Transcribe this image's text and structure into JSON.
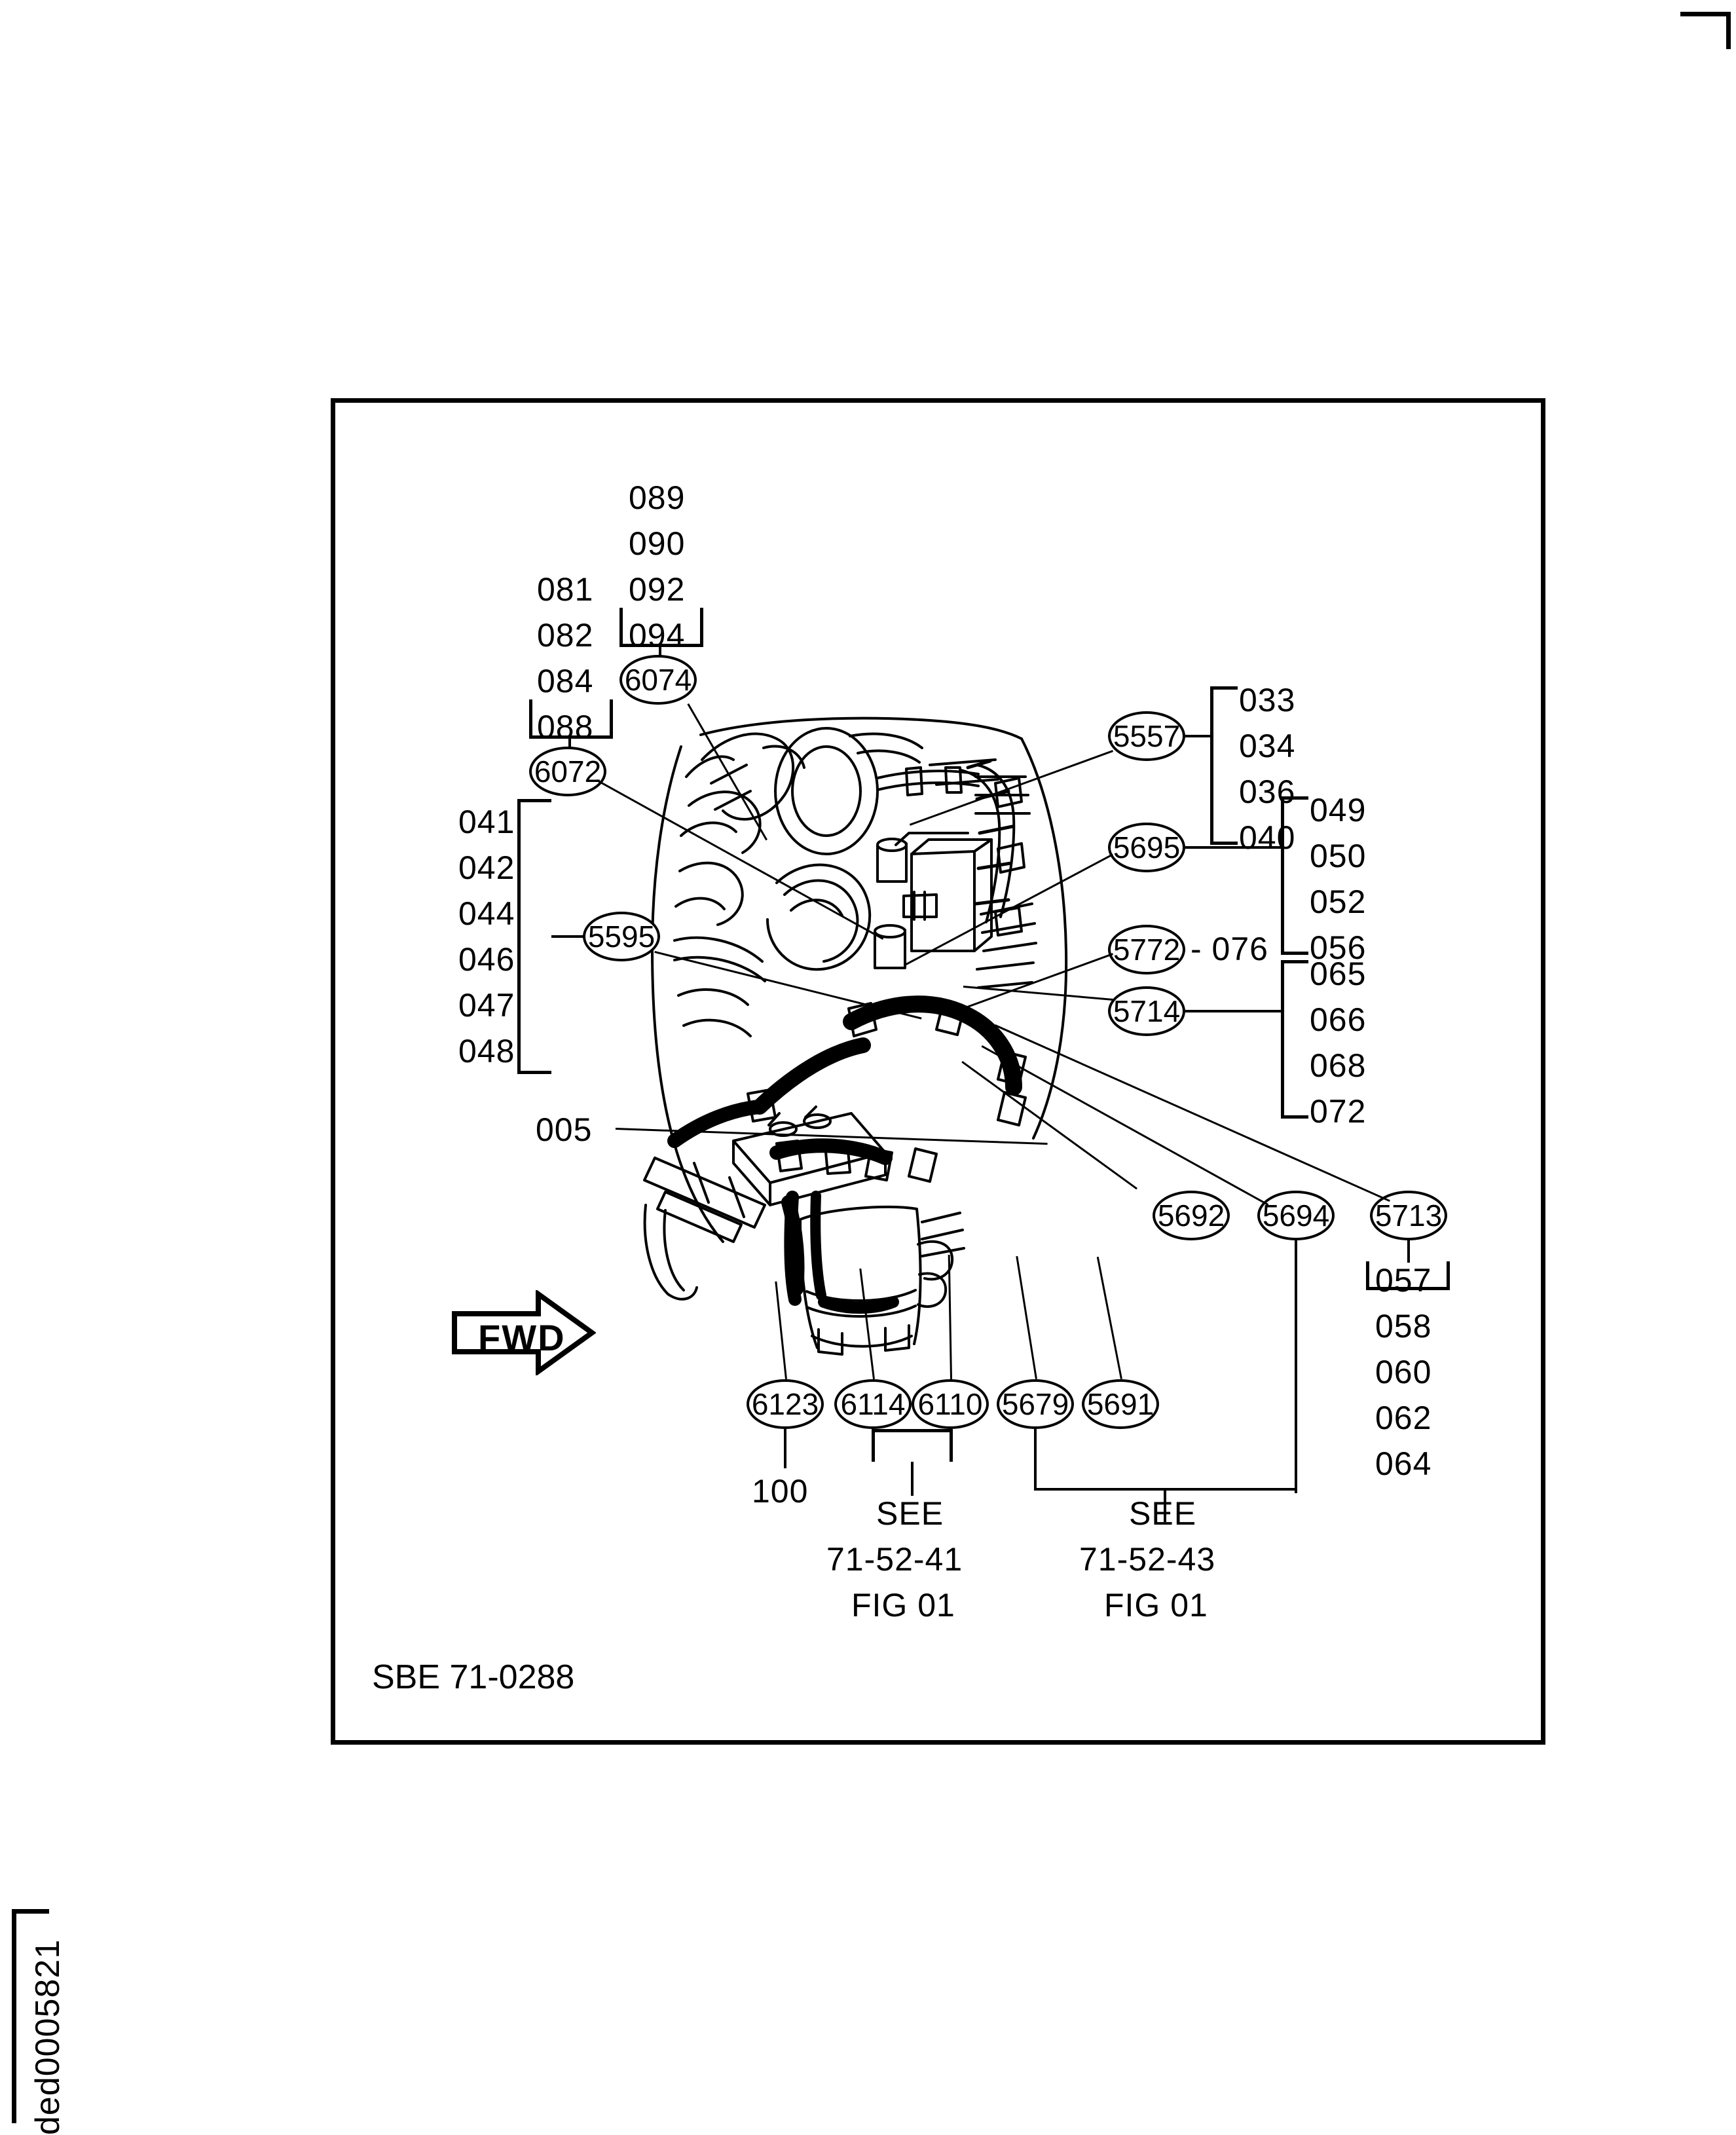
{
  "page": {
    "side_id": "ded0005821",
    "figure_id": "SBE 71-0288"
  },
  "orientation": {
    "fwd_label": "FWD"
  },
  "left_group_upper": {
    "items": [
      "081",
      "082",
      "084",
      "088"
    ],
    "balloon": "6072"
  },
  "top_group": {
    "items": [
      "089",
      "090",
      "092",
      "094"
    ],
    "balloon": "6074"
  },
  "left_group_lower": {
    "items": [
      "041",
      "042",
      "044",
      "046",
      "047",
      "048"
    ],
    "balloon": "5595"
  },
  "single_left": {
    "label": "005"
  },
  "right_groups": [
    {
      "balloon": "5557",
      "items": [
        "033",
        "034",
        "036",
        "040"
      ]
    },
    {
      "balloon": "5695",
      "items": [
        "049",
        "050",
        "052",
        "056"
      ]
    },
    {
      "balloon": "5772",
      "suffix": "- 076"
    },
    {
      "balloon": "5714",
      "items": [
        "065",
        "066",
        "068",
        "072"
      ]
    }
  ],
  "lower_right": {
    "balloons": [
      "5692",
      "5694",
      "5713"
    ],
    "items": [
      "057",
      "058",
      "060",
      "062",
      "064"
    ]
  },
  "bottom_balloons": [
    "6123",
    "6114",
    "6110",
    "5679",
    "5691"
  ],
  "bottom_single": {
    "label": "100"
  },
  "see_refs": [
    {
      "see": "SEE",
      "ref": "71-52-41",
      "fig": "FIG 01"
    },
    {
      "see": "SEE",
      "ref": "71-52-43",
      "fig": "FIG 01"
    }
  ],
  "icons": {
    "fwd_arrow": "arrow-right-icon",
    "crop_mark_tr": "crop-mark-icon",
    "crop_mark_bl": "crop-mark-icon",
    "illustration": "engine-hose-assembly-illustration"
  }
}
